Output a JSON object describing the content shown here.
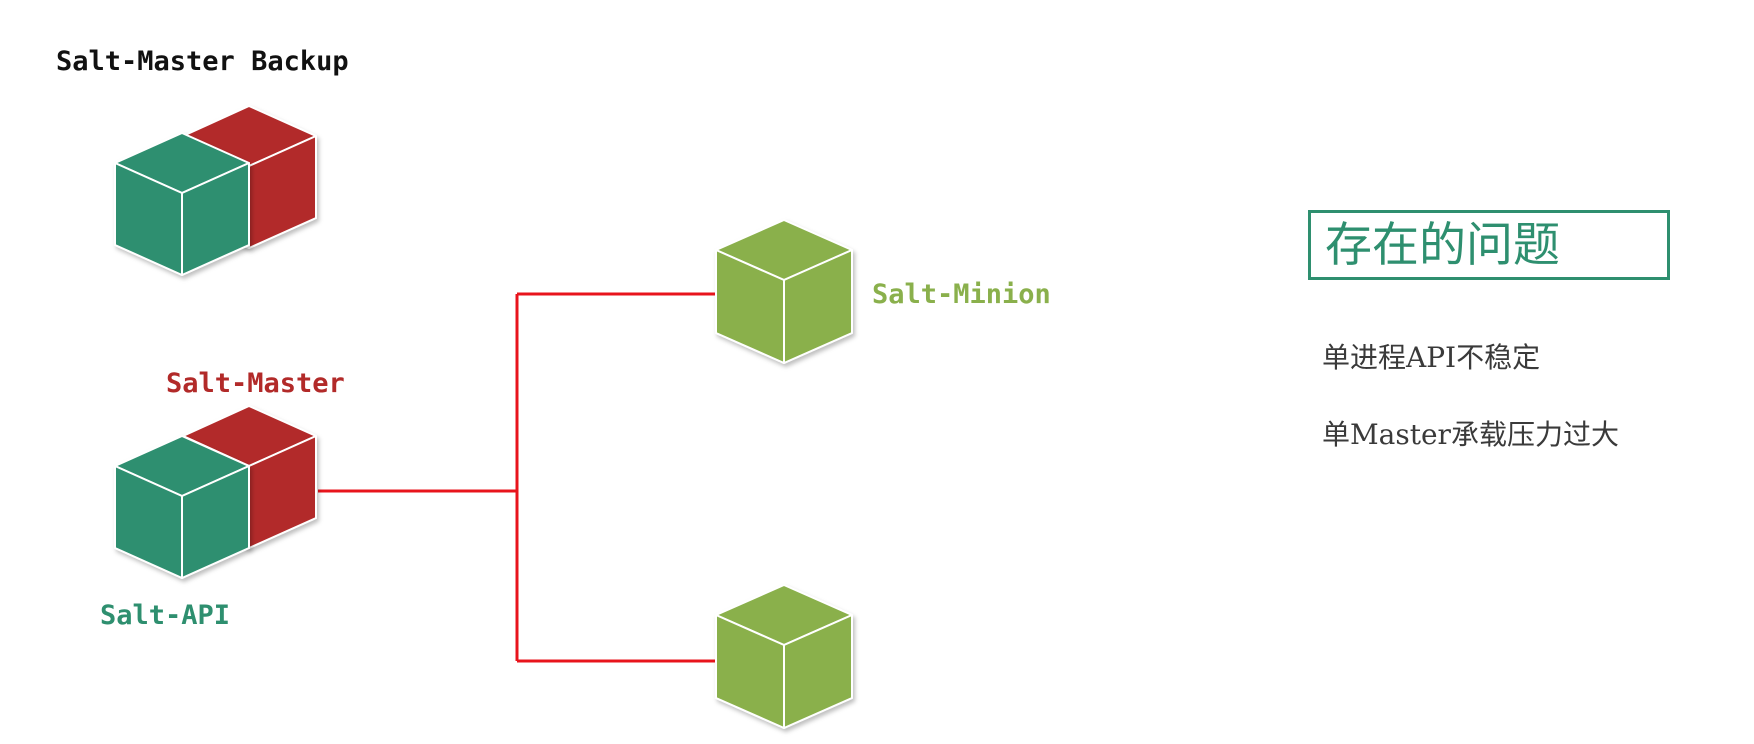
{
  "colors": {
    "red_cube": "#b22a29",
    "teal_cube": "#2e8f6f",
    "green_cube": "#8ab04c",
    "connector": "#e8141c",
    "title_text": "#2e8f6f",
    "master_text": "#b22a29",
    "api_text": "#2e8f6f",
    "minion_text": "#8ab04c"
  },
  "labels": {
    "backup": "Salt-Master Backup",
    "master": "Salt-Master",
    "api": "Salt-API",
    "minion": "Salt-Minion"
  },
  "issues": {
    "title": "存在的问题",
    "items": [
      "单进程API不稳定",
      "单Master承载压力过大"
    ]
  }
}
